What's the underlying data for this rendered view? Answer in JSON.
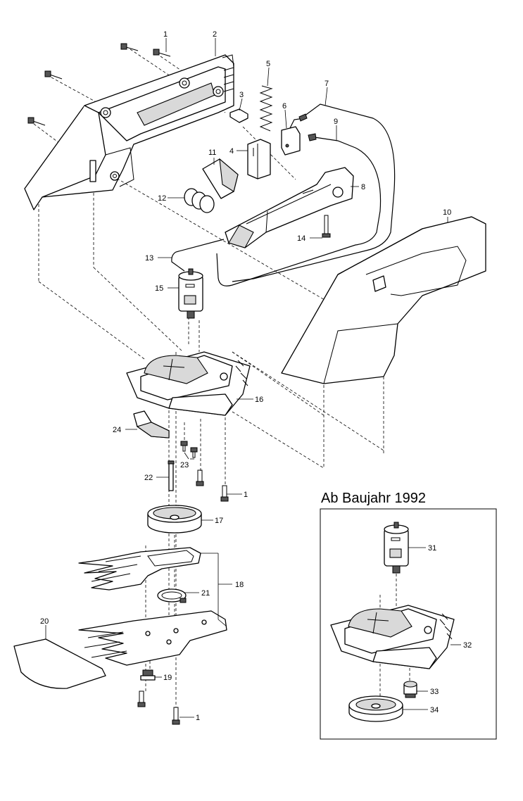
{
  "labels": {
    "p1a": "1",
    "p2": "2",
    "p3": "3",
    "p4": "4",
    "p5": "5",
    "p6": "6",
    "p7": "7",
    "p8": "8",
    "p9": "9",
    "p10": "10",
    "p11": "11",
    "p12": "12",
    "p13": "13",
    "p14": "14",
    "p15": "15",
    "p16": "16",
    "p24": "24",
    "p23": "23",
    "p22": "22",
    "p1b": "1",
    "p17": "17",
    "p18": "18",
    "p21": "21",
    "p20": "20",
    "p19": "19",
    "p1c": "1",
    "p31": "31",
    "p32": "32",
    "p33": "33",
    "p34": "34"
  },
  "inset": {
    "title": "Ab Baujahr 1992"
  }
}
